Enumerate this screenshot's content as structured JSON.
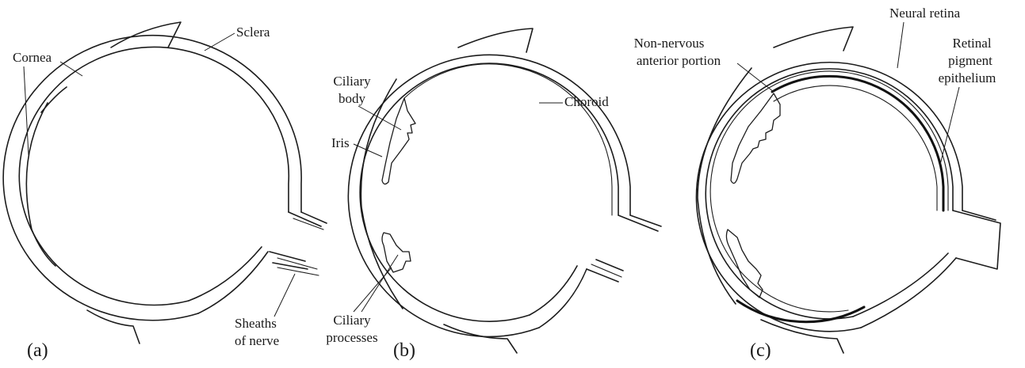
{
  "panels": {
    "a": {
      "label": "(a)",
      "cornea": "Cornea",
      "sclera": "Sclera",
      "sheaths_line1": "Sheaths",
      "sheaths_line2": "of nerve"
    },
    "b": {
      "label": "(b)",
      "ciliary_body_line1": "Ciliary",
      "ciliary_body_line2": "body",
      "iris": "Iris",
      "choroid": "Choroid",
      "ciliary_processes_line1": "Ciliary",
      "ciliary_processes_line2": "processes"
    },
    "c": {
      "label": "(c)",
      "non_nervous_line1": "Non-nervous",
      "non_nervous_line2": "anterior portion",
      "neural_retina": "Neural retina",
      "rpe_line1": "Retinal",
      "rpe_line2": "pigment",
      "rpe_line3": "epithelium"
    }
  }
}
